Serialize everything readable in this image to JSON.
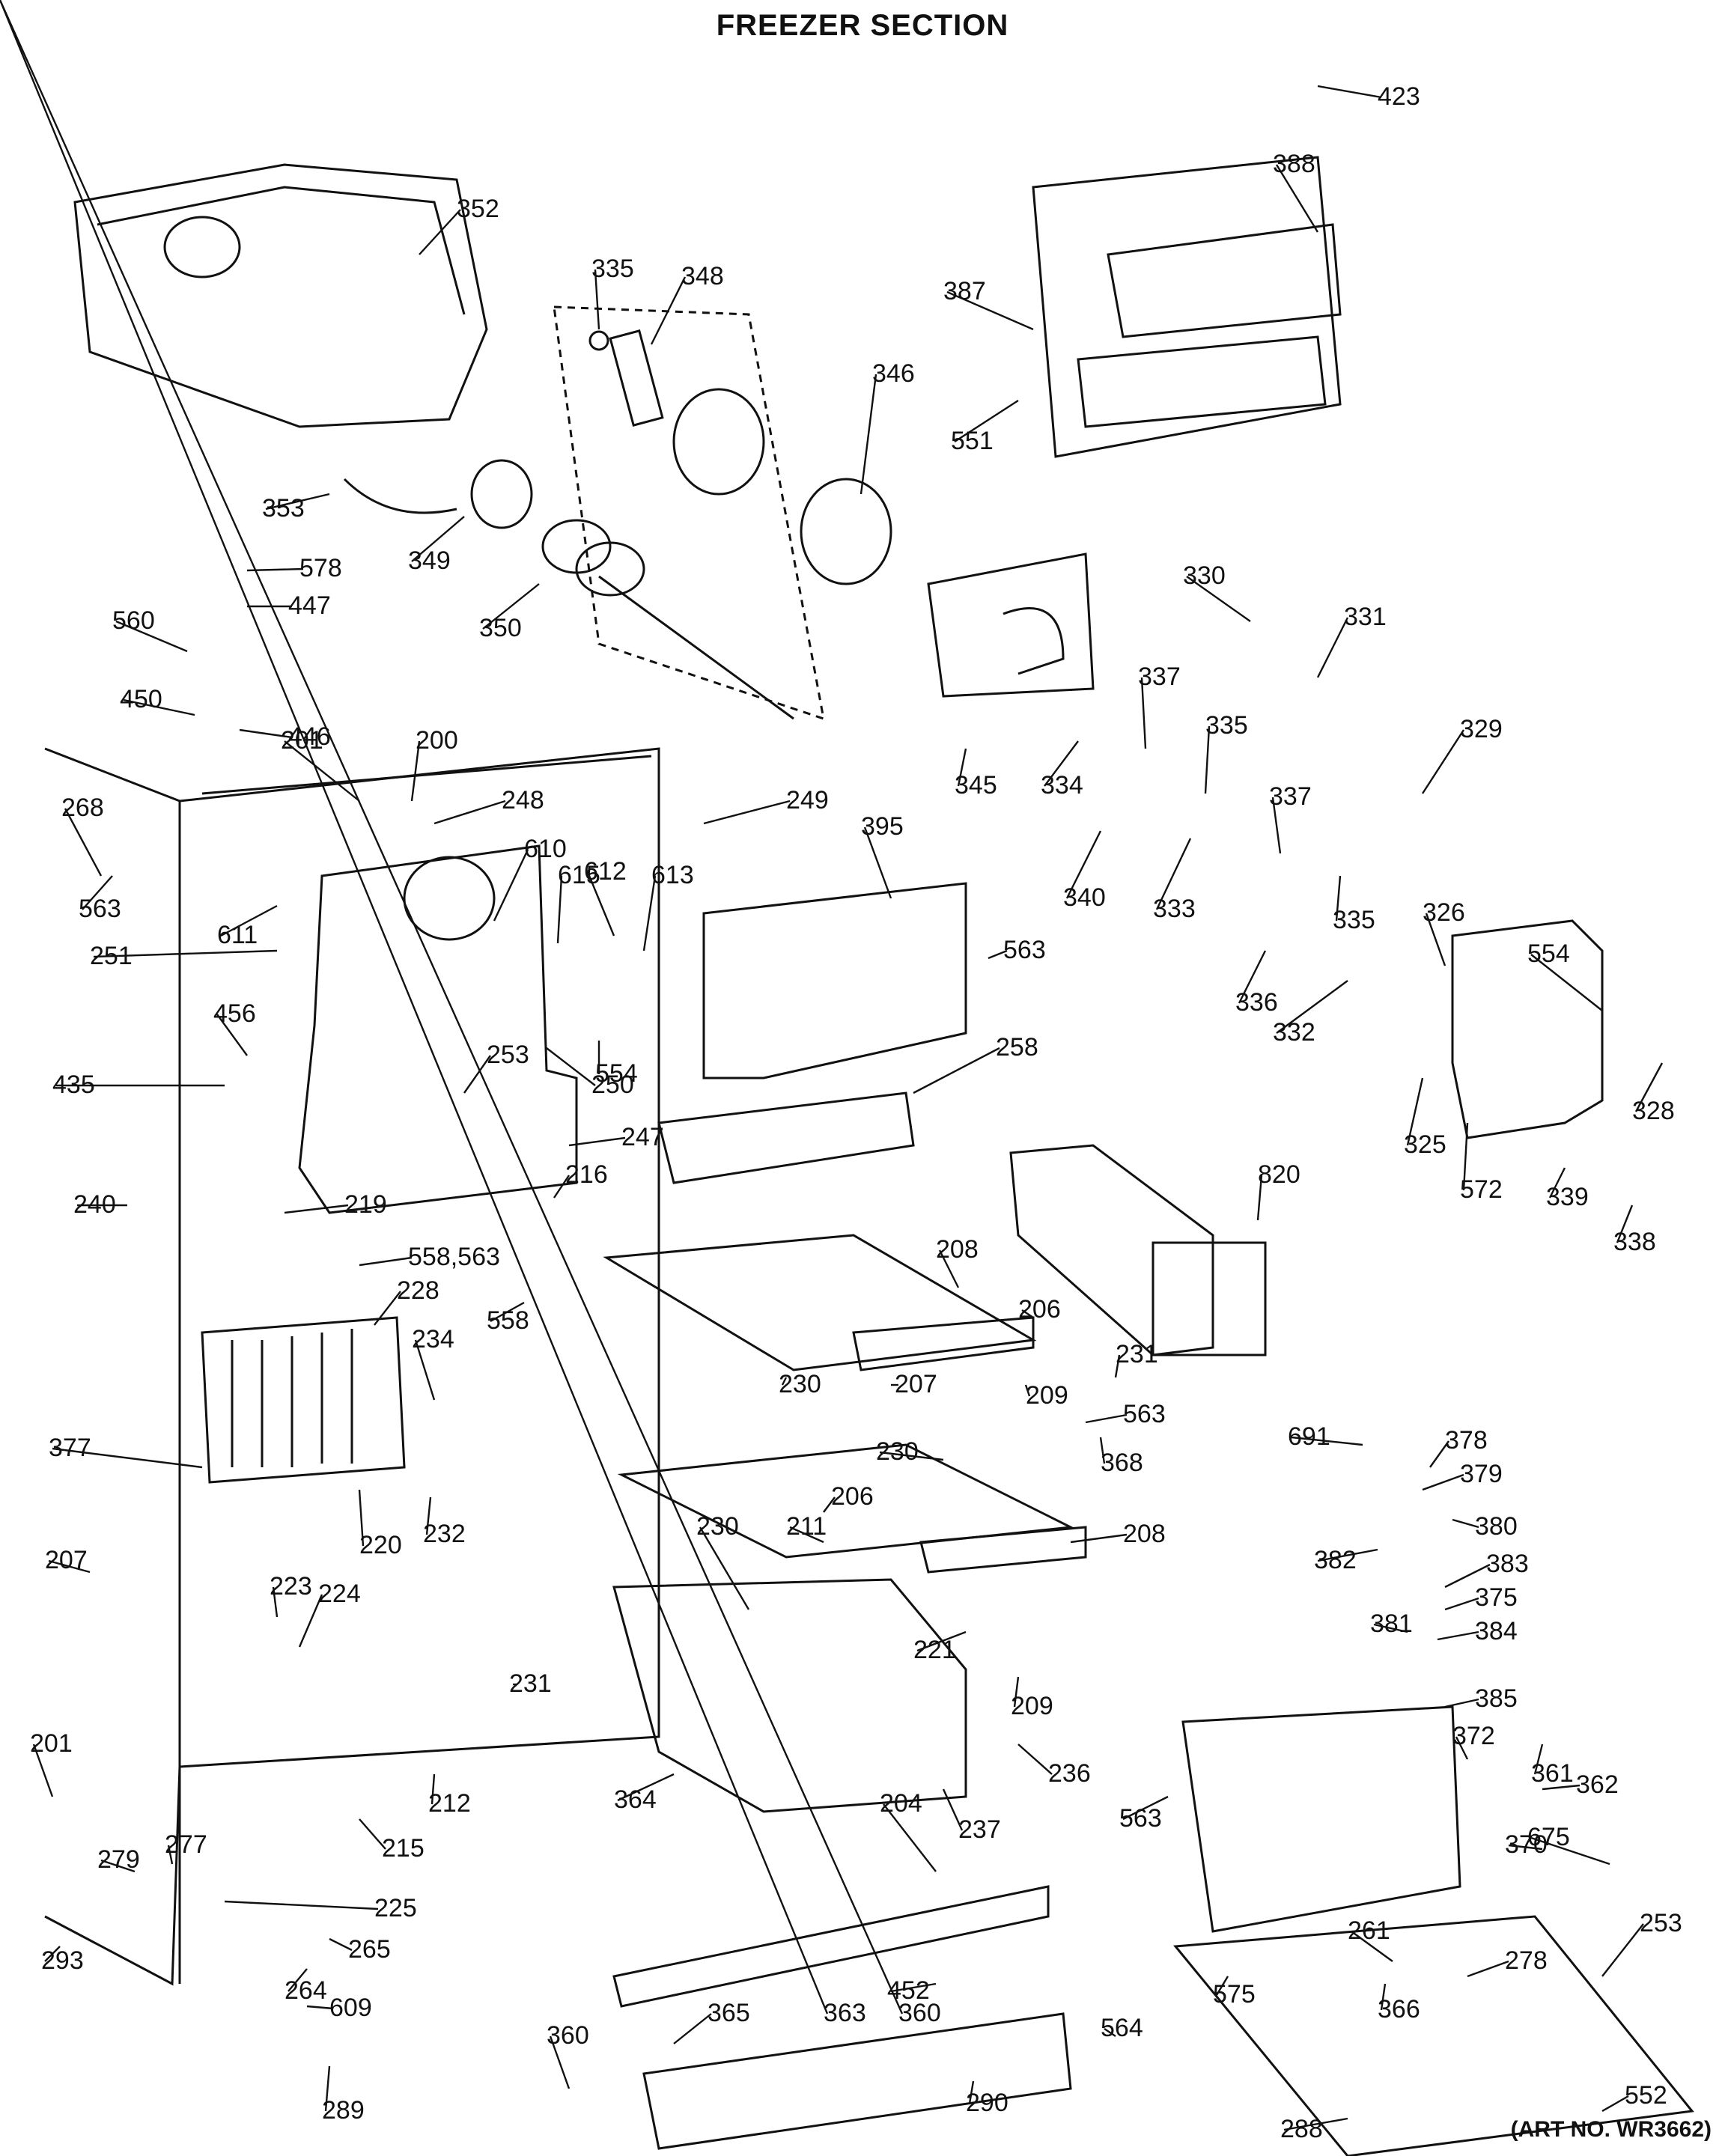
{
  "title": "FREEZER SECTION",
  "art_number": "(ART NO. WR3662)",
  "callouts": [
    "423",
    "388",
    "387",
    "551",
    "352",
    "353",
    "335",
    "348",
    "346",
    "349",
    "350",
    "578",
    "447",
    "560",
    "450",
    "446",
    "201",
    "200",
    "268",
    "563",
    "248",
    "249",
    "610",
    "615",
    "611",
    "612",
    "613",
    "251",
    "456",
    "554",
    "435",
    "250",
    "253",
    "247",
    "395",
    "563",
    "258",
    "330",
    "331",
    "329",
    "337",
    "335",
    "334",
    "340",
    "333",
    "337",
    "335",
    "336",
    "326",
    "332",
    "345",
    "554",
    "325",
    "572",
    "328",
    "339",
    "338",
    "820",
    "240",
    "219",
    "216",
    "208",
    "206",
    "558,563",
    "228",
    "558",
    "234",
    "230",
    "207",
    "209",
    "231",
    "563",
    "368",
    "691",
    "378",
    "379",
    "380",
    "382",
    "383",
    "381",
    "375",
    "384",
    "385",
    "377",
    "232",
    "220",
    "230",
    "206",
    "208",
    "230",
    "211",
    "207",
    "224",
    "223",
    "221",
    "209",
    "231",
    "236",
    "372",
    "361",
    "362",
    "563",
    "370",
    "675",
    "364",
    "237",
    "212",
    "215",
    "225",
    "204",
    "201",
    "277",
    "279",
    "293",
    "265",
    "264",
    "609",
    "452",
    "261",
    "278",
    "575",
    "366",
    "253",
    "365",
    "360",
    "564",
    "290",
    "289",
    "288",
    "552",
    "363",
    "360"
  ]
}
